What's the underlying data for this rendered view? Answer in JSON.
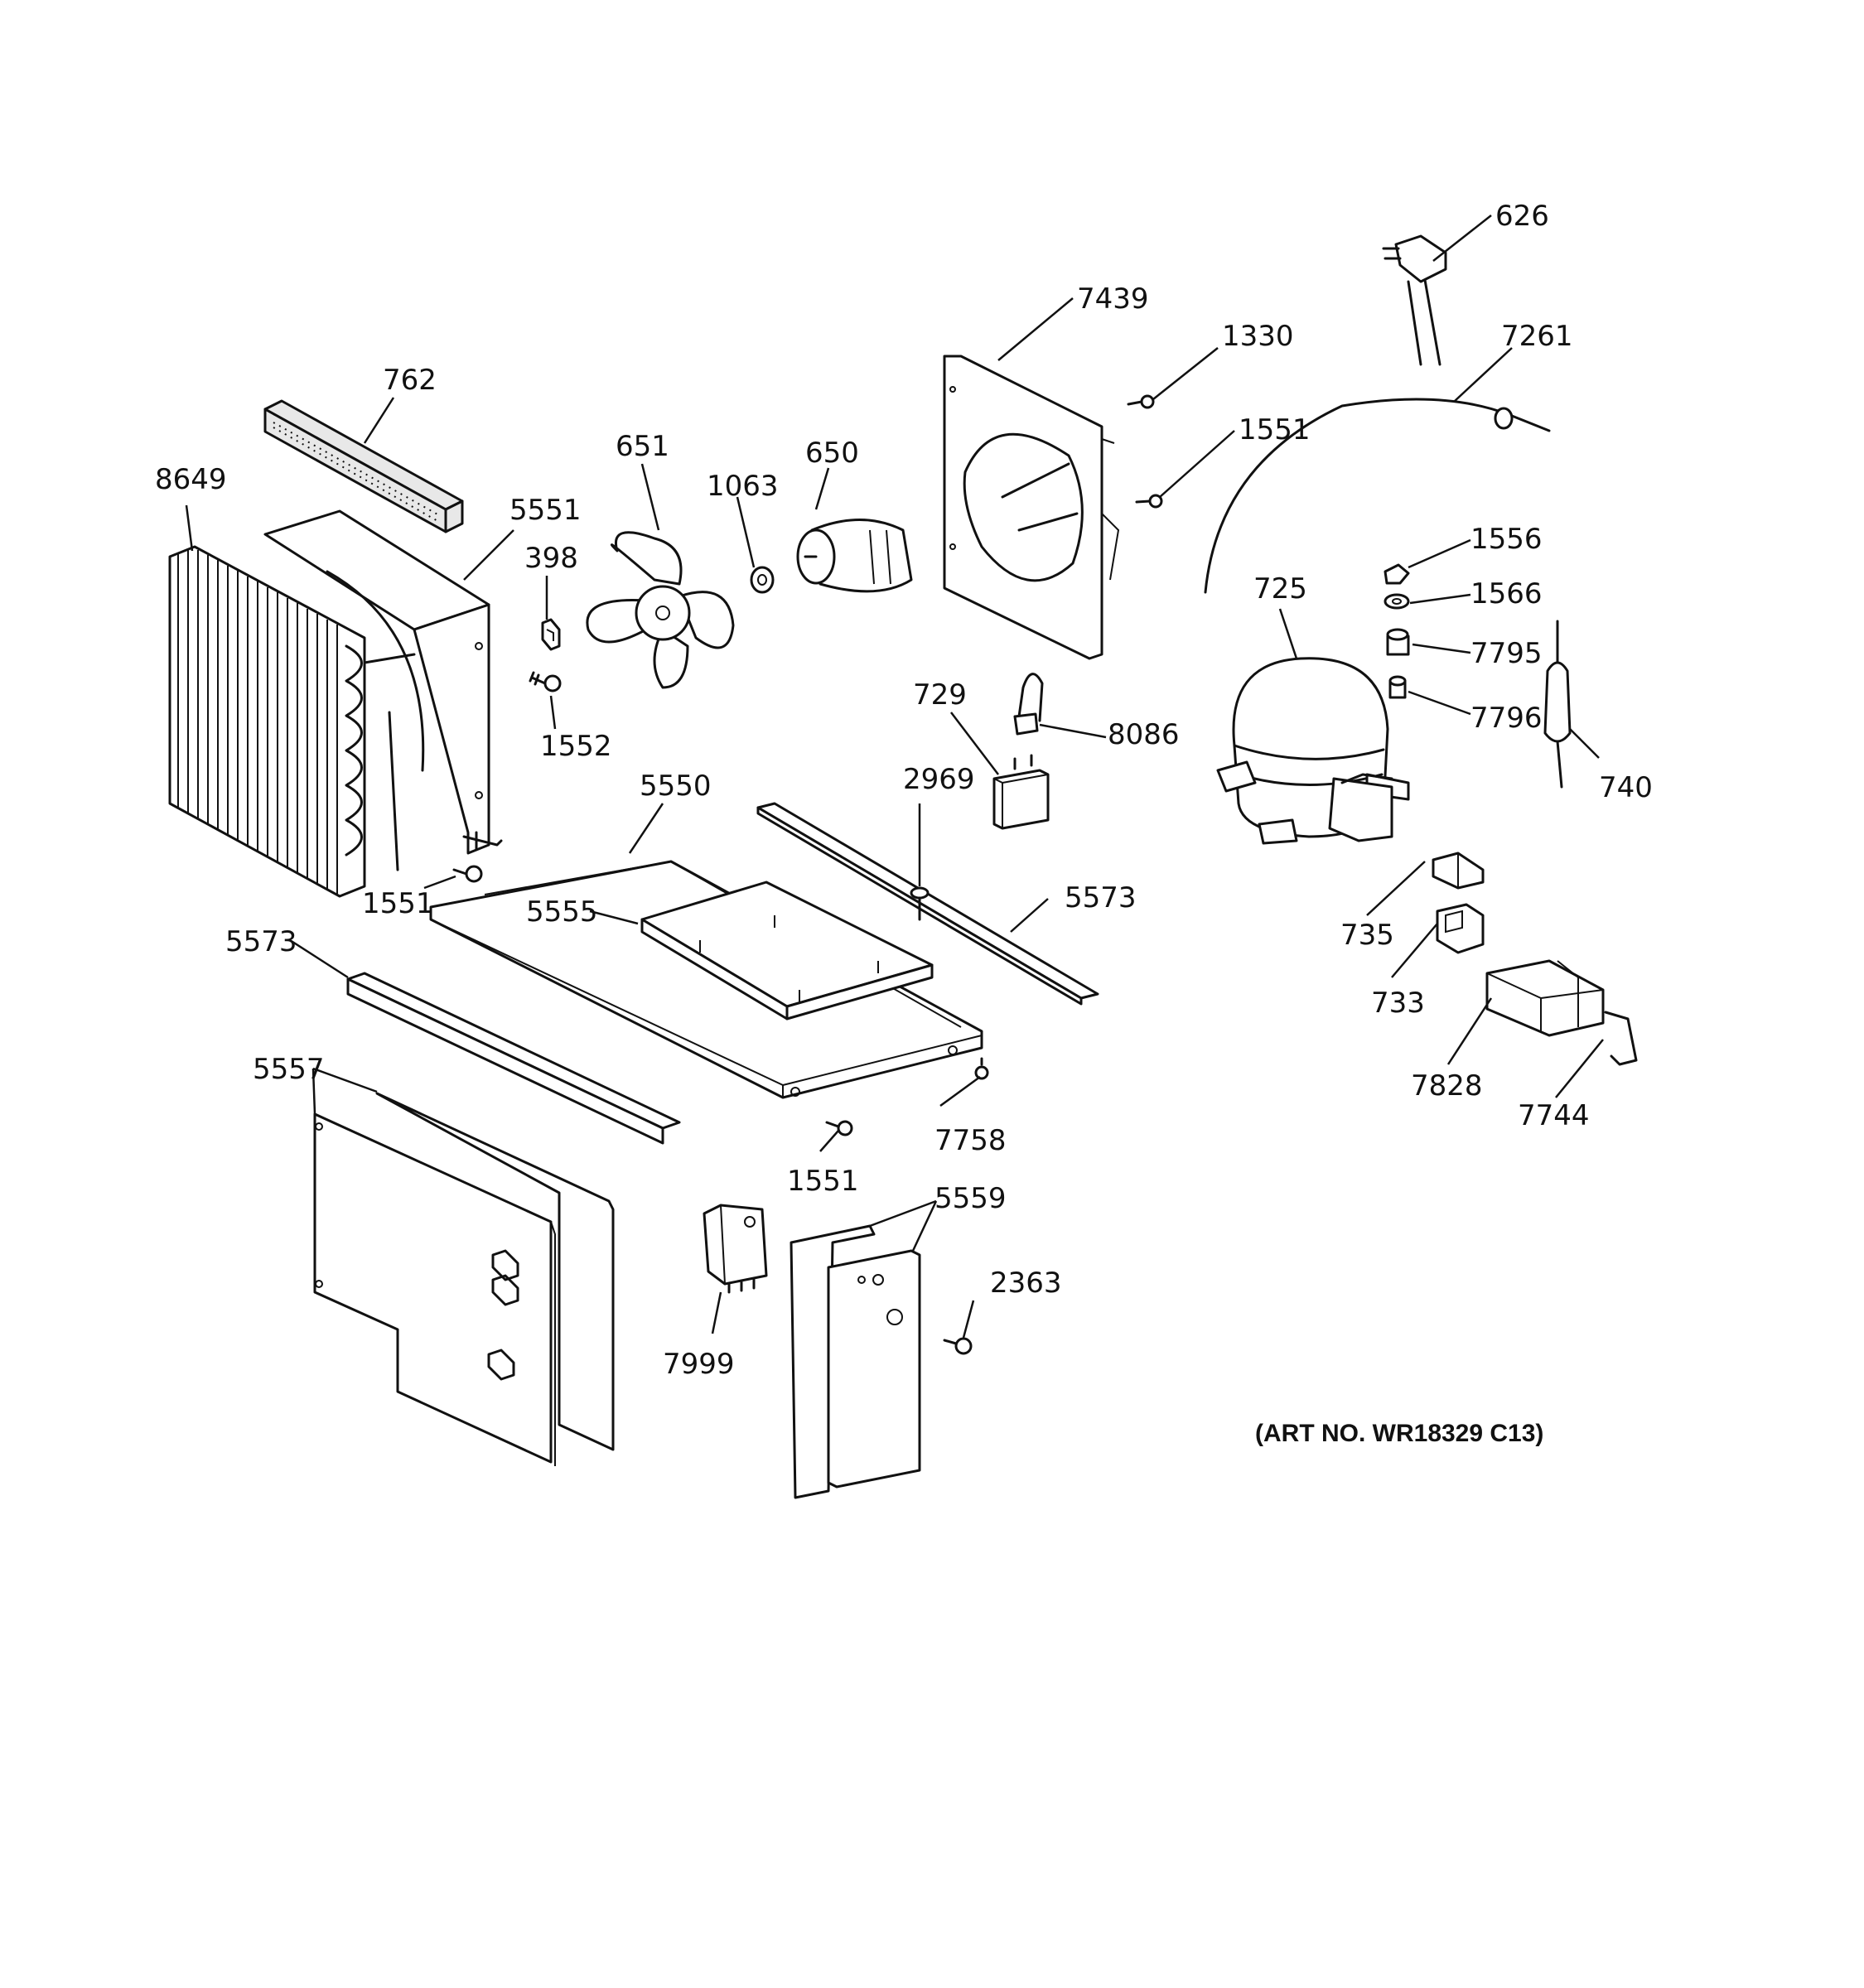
{
  "diagram": {
    "art_no": "(ART NO. WR18329 C13)",
    "parts": [
      {
        "id": "626",
        "label": "626"
      },
      {
        "id": "7439",
        "label": "7439"
      },
      {
        "id": "1330",
        "label": "1330"
      },
      {
        "id": "7261",
        "label": "7261"
      },
      {
        "id": "762",
        "label": "762"
      },
      {
        "id": "1551",
        "label": "1551"
      },
      {
        "id": "651",
        "label": "651"
      },
      {
        "id": "650",
        "label": "650"
      },
      {
        "id": "8649",
        "label": "8649"
      },
      {
        "id": "1063",
        "label": "1063"
      },
      {
        "id": "5551",
        "label": "5551"
      },
      {
        "id": "1556",
        "label": "1556"
      },
      {
        "id": "398",
        "label": "398"
      },
      {
        "id": "725",
        "label": "725"
      },
      {
        "id": "1566",
        "label": "1566"
      },
      {
        "id": "7795",
        "label": "7795"
      },
      {
        "id": "7796",
        "label": "7796"
      },
      {
        "id": "8086",
        "label": "8086"
      },
      {
        "id": "729",
        "label": "729"
      },
      {
        "id": "1552",
        "label": "1552"
      },
      {
        "id": "740",
        "label": "740"
      },
      {
        "id": "5550",
        "label": "5550"
      },
      {
        "id": "2969",
        "label": "2969"
      },
      {
        "id": "1551",
        "label": "1551"
      },
      {
        "id": "5573",
        "label": "5573"
      },
      {
        "id": "5555",
        "label": "5555"
      },
      {
        "id": "735",
        "label": "735"
      },
      {
        "id": "5573",
        "label": "5573"
      },
      {
        "id": "733",
        "label": "733"
      },
      {
        "id": "5557",
        "label": "5557"
      },
      {
        "id": "7828",
        "label": "7828"
      },
      {
        "id": "7744",
        "label": "7744"
      },
      {
        "id": "7758",
        "label": "7758"
      },
      {
        "id": "1551",
        "label": "1551"
      },
      {
        "id": "5559",
        "label": "5559"
      },
      {
        "id": "2363",
        "label": "2363"
      },
      {
        "id": "7999",
        "label": "7999"
      }
    ]
  }
}
